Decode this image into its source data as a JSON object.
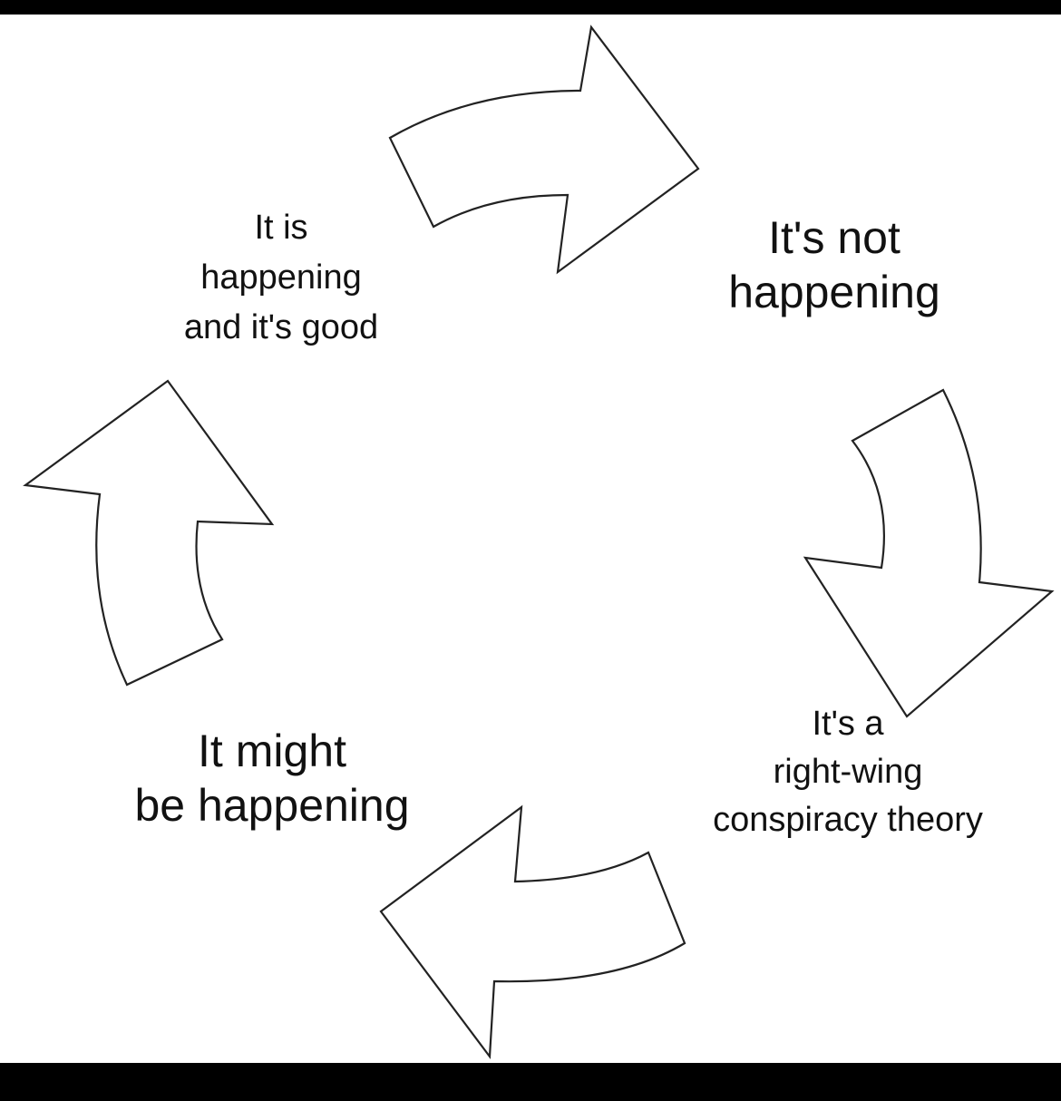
{
  "diagram": {
    "type": "cycle",
    "stages": [
      {
        "label_lines": [
          "It's not",
          "happening"
        ]
      },
      {
        "label_lines": [
          "It's a",
          "right-wing",
          "conspiracy theory"
        ]
      },
      {
        "label_lines": [
          "It might",
          "be happening"
        ]
      },
      {
        "label_lines": [
          "It is",
          "happening",
          "and it's good"
        ]
      }
    ],
    "arrow_color": "#222222",
    "arrow_fill": "#ffffff"
  }
}
